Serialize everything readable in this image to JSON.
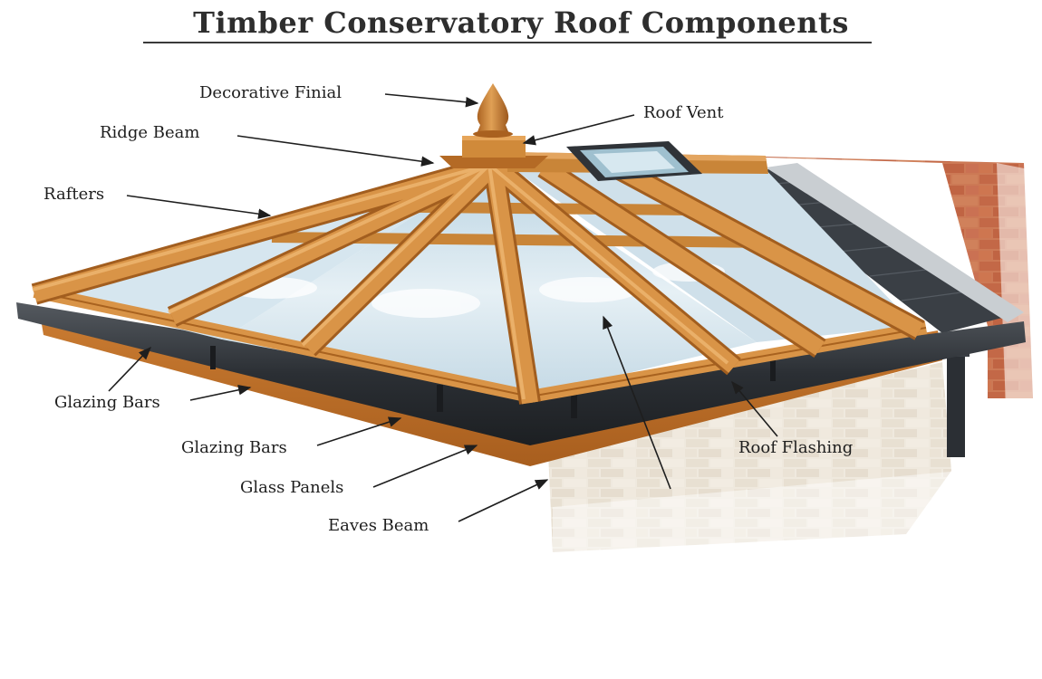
{
  "title": "Timber Conservatory Roof Components",
  "labels": {
    "finial": "Decorative Finial",
    "vent": "Roof Vent",
    "ridge": "Ridge Beam",
    "rafters": "Rafters",
    "glazing_left": "Glazing Bars",
    "glazing_mid": "Glazing Bars",
    "glass": "Glass Panels",
    "eaves": "Eaves Beam",
    "flashing": "Roof Flashing"
  },
  "colors": {
    "timber": "#d08a3a",
    "timber_dark": "#a5621f",
    "glass": "#cfe3ee",
    "gutter": "#2f3338",
    "brick": "#c2643f",
    "slate": "#3a3f45",
    "wall": "#ece6da"
  }
}
